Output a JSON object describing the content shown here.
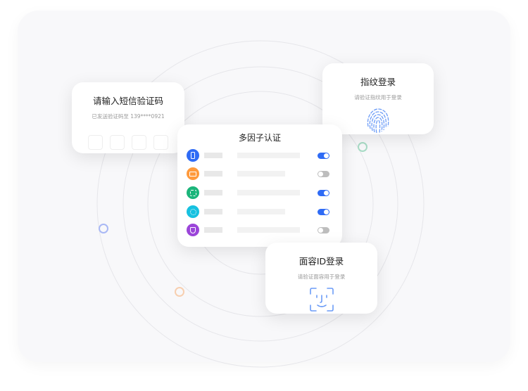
{
  "sms_card": {
    "title": "请输入短信验证码",
    "subtitle": "已发送验证码至 139****0921",
    "code_boxes": 4
  },
  "mfa_card": {
    "title": "多因子认证",
    "items": [
      {
        "icon": "phone-icon",
        "color": "#2f6bf5",
        "enabled": true
      },
      {
        "icon": "mail-icon",
        "color": "#ff9a3c",
        "enabled": false
      },
      {
        "icon": "face-scan-icon",
        "color": "#1bb57a",
        "enabled": true
      },
      {
        "icon": "fingerprint-icon",
        "color": "#17c1e0",
        "enabled": true
      },
      {
        "icon": "shield-icon",
        "color": "#9b45d9",
        "enabled": false
      }
    ]
  },
  "fingerprint_card": {
    "title": "指纹登录",
    "subtitle": "请验证指纹用于登录"
  },
  "face_card": {
    "title": "面容ID登录",
    "subtitle": "请验证面容用于登录"
  },
  "colors": {
    "accent": "#2f6bf5",
    "icon_blue": "#6c9cf7"
  }
}
